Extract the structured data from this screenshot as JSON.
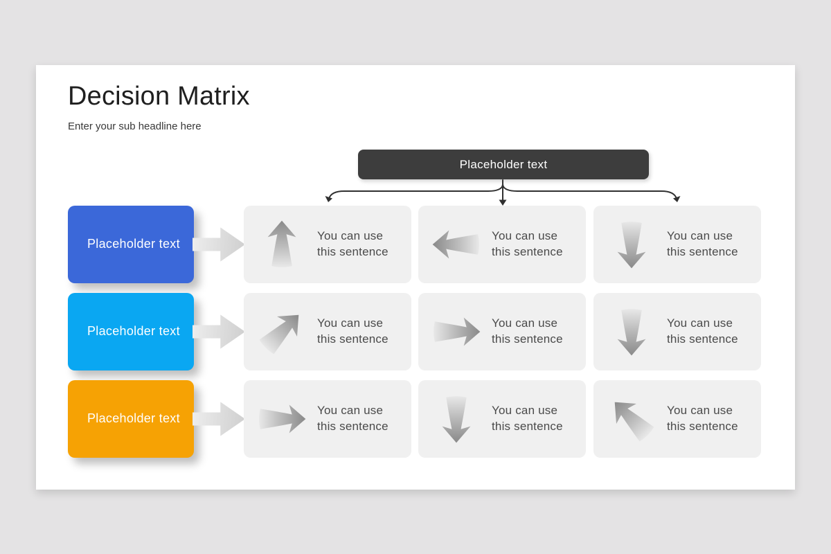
{
  "slide": {
    "title": "Decision Matrix",
    "subtitle": "Enter your sub headline here",
    "header_box": {
      "label": "Placeholder text",
      "color": "#3d3d3d"
    },
    "categories": [
      {
        "label": "Placeholder text",
        "color": "#3b68d9"
      },
      {
        "label": "Placeholder text",
        "color": "#0aa7f2"
      },
      {
        "label": "Placeholder text",
        "color": "#f6a204"
      }
    ],
    "matrix": {
      "rows": [
        {
          "cells": [
            {
              "arrow": "up",
              "line1": "You can use",
              "line2": "this sentence"
            },
            {
              "arrow": "left",
              "line1": "You can use",
              "line2": "this sentence"
            },
            {
              "arrow": "down",
              "line1": "You can use",
              "line2": "this sentence"
            }
          ]
        },
        {
          "cells": [
            {
              "arrow": "up-right",
              "line1": "You can use",
              "line2": "this sentence"
            },
            {
              "arrow": "right",
              "line1": "You can use",
              "line2": "this sentence"
            },
            {
              "arrow": "down",
              "line1": "You can use",
              "line2": "this sentence"
            }
          ]
        },
        {
          "cells": [
            {
              "arrow": "right",
              "line1": "You can use",
              "line2": "this sentence"
            },
            {
              "arrow": "down",
              "line1": "You can use",
              "line2": "this sentence"
            },
            {
              "arrow": "up-left",
              "line1": "You can use",
              "line2": "this sentence"
            }
          ]
        }
      ]
    },
    "colors": {
      "page_background": "#e4e3e4",
      "slide_background": "#ffffff",
      "cell_background": "#f0f0f0",
      "connector_stroke": "#303030",
      "cell_text": "#4a4a4a"
    }
  }
}
